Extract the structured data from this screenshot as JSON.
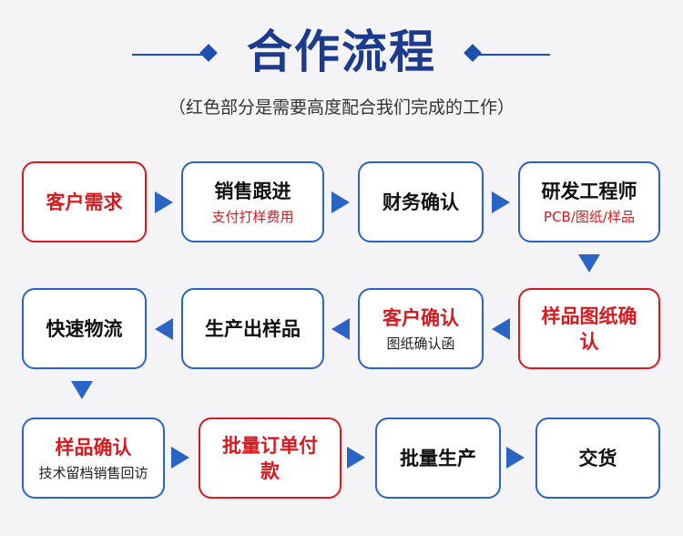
{
  "title": "合作流程",
  "subtitle": "（红色部分是需要高度配合我们完成的工作）",
  "steps": [
    {
      "label": "客户需求",
      "sub": ""
    },
    {
      "label": "销售跟进",
      "sub": "支付打样费用"
    },
    {
      "label": "财务确认",
      "sub": ""
    },
    {
      "label": "研发工程师",
      "sub": "PCB/图纸/样品"
    },
    {
      "label": "样品图纸确认",
      "sub": ""
    },
    {
      "label": "客户确认",
      "sub": "图纸确认函"
    },
    {
      "label": "生产出样品",
      "sub": ""
    },
    {
      "label": "快速物流",
      "sub": ""
    },
    {
      "label": "样品确认",
      "sub": "技术留档销售回访"
    },
    {
      "label": "批量订单付款",
      "sub": ""
    },
    {
      "label": "批量生产",
      "sub": ""
    },
    {
      "label": "交货",
      "sub": ""
    }
  ],
  "colors": {
    "blue": "#2a64c5",
    "red": "#d61a1f",
    "title": "#1c3b8e"
  }
}
